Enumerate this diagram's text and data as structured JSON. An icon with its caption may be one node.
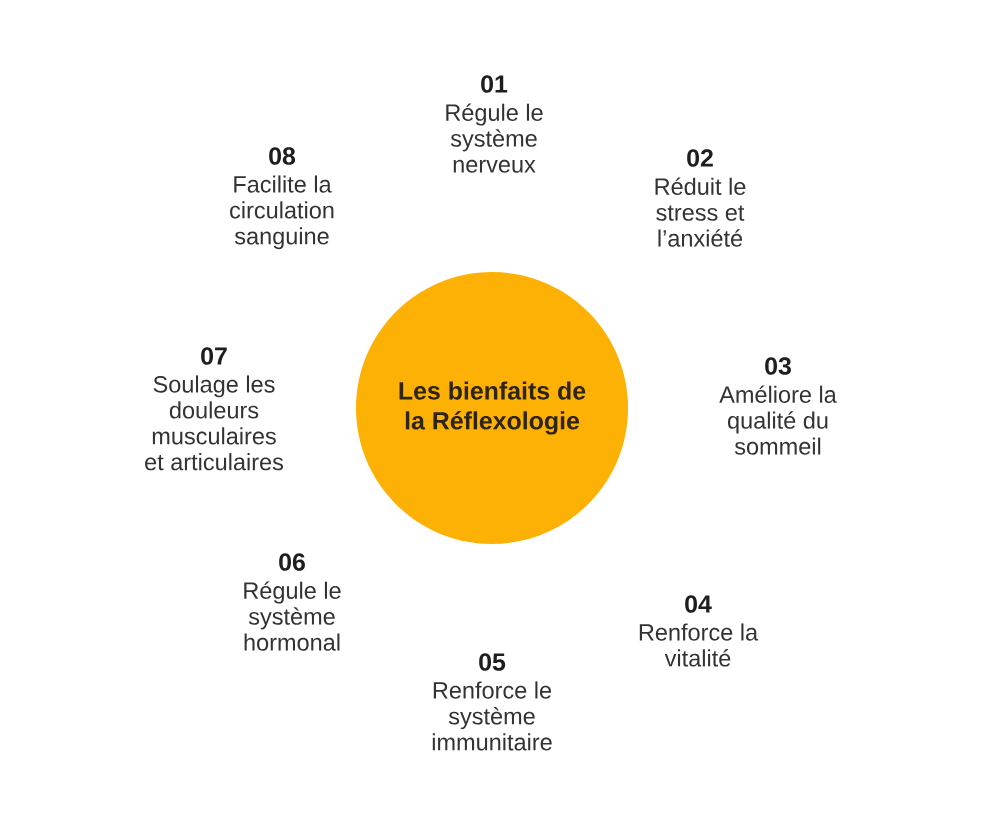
{
  "diagram": {
    "nodes": [
      {
        "text": [
          "Les bienfaits de la Réflexologie"
        ]
      }
    ],
    "labels": [
      "01",
      "Régule le système nerveux",
      "02",
      "Réduit le stress et l’anxiété",
      "03",
      "Améliore la qualité du sommeil",
      "04",
      "Renforce la vitalité",
      "05",
      "Renforce le système immunitaire",
      "06",
      "Régule le système hormonal",
      "07",
      "Soulage les douleurs musculaires et articulaires",
      "08",
      "Facilite la circulation sanguine"
    ]
  }
}
